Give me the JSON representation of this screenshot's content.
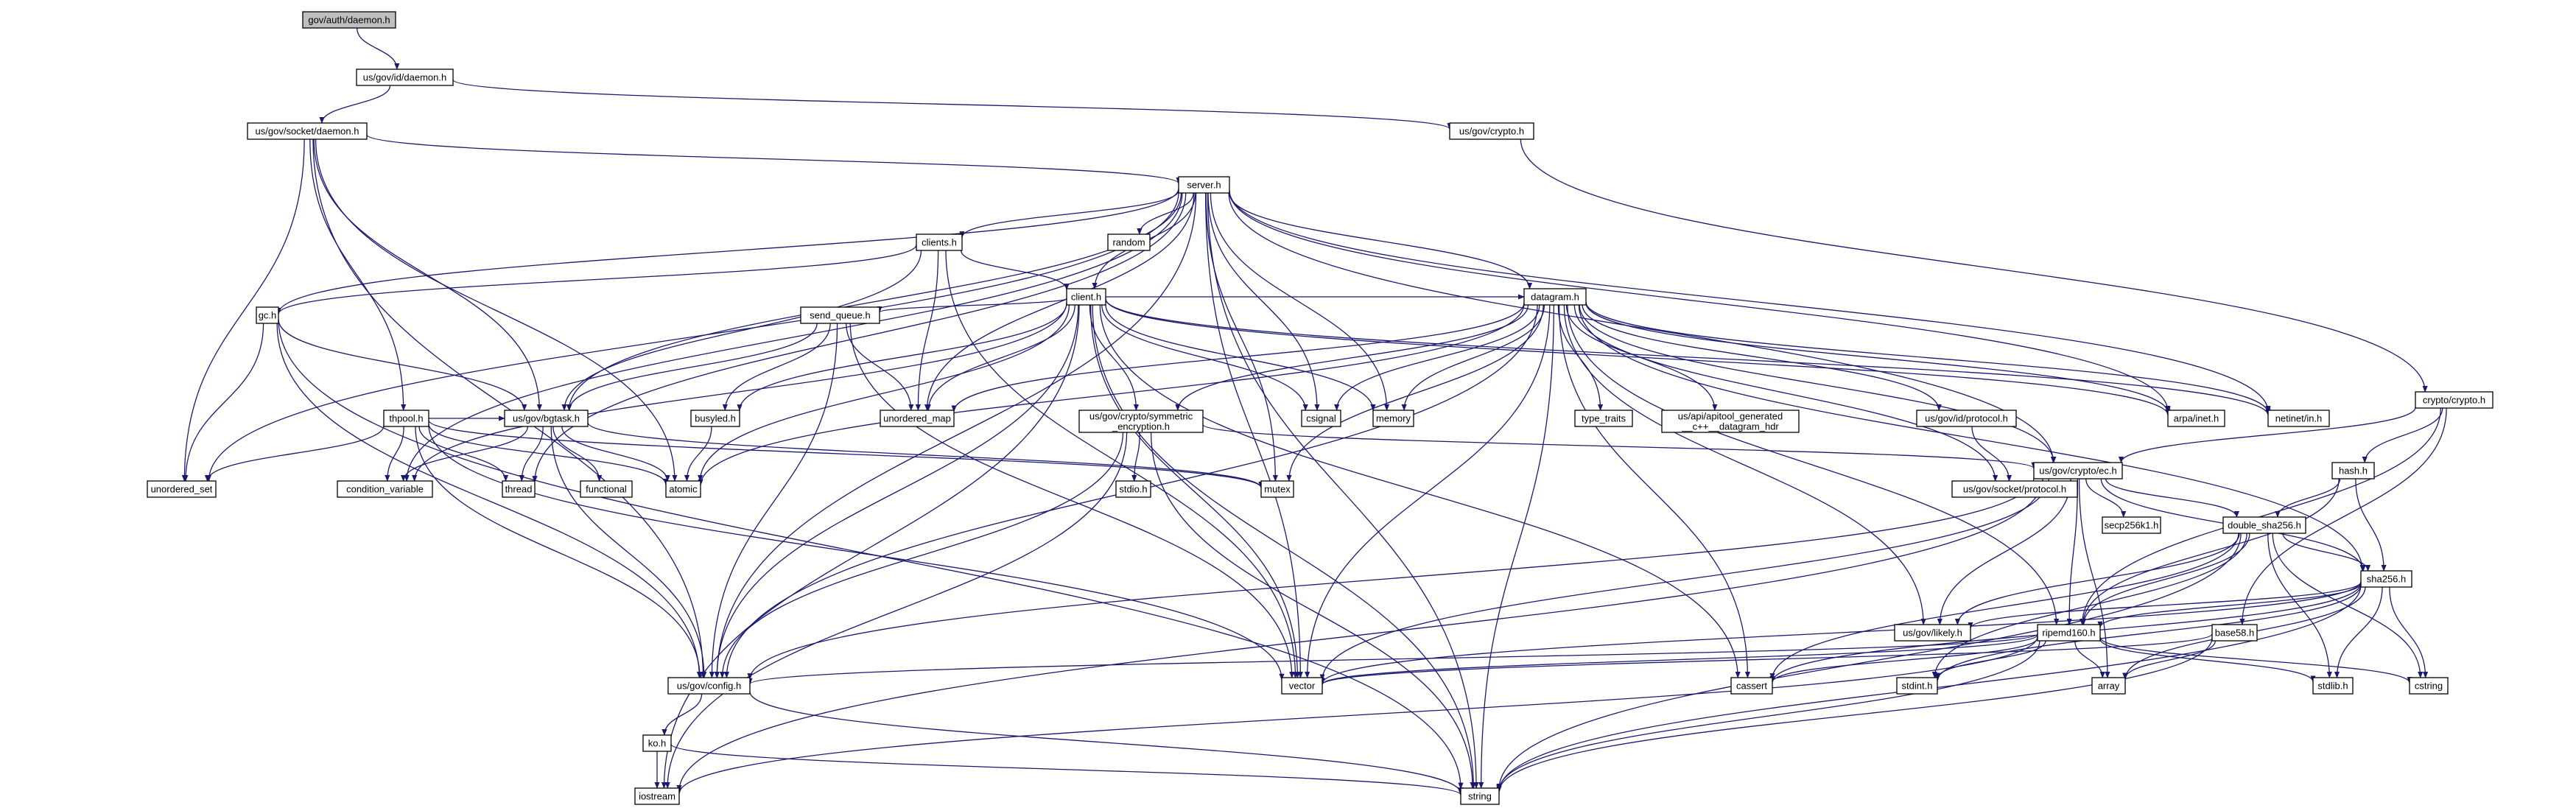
{
  "graph": {
    "colors": {
      "edge": "#191970",
      "root_fill": "#bfbfbf",
      "node_border": "#000000",
      "system_border": "#bfbfbf",
      "truncated_border": "#ff0000"
    },
    "nodes": [
      {
        "id": "auth_daemon",
        "label": "gov/auth/daemon.h",
        "style": "root"
      },
      {
        "id": "id_daemon",
        "label": "us/gov/id/daemon.h",
        "style": "normal"
      },
      {
        "id": "socket_daemon",
        "label": "us/gov/socket/daemon.h",
        "style": "normal"
      },
      {
        "id": "gov_crypto",
        "label": "us/gov/crypto.h",
        "style": "normal"
      },
      {
        "id": "server",
        "label": "server.h",
        "style": "normal"
      },
      {
        "id": "clients",
        "label": "clients.h",
        "style": "normal"
      },
      {
        "id": "random",
        "label": "random",
        "style": "system"
      },
      {
        "id": "client",
        "label": "client.h",
        "style": "normal"
      },
      {
        "id": "gc",
        "label": "gc.h",
        "style": "normal"
      },
      {
        "id": "send_queue",
        "label": "send_queue.h",
        "style": "truncated"
      },
      {
        "id": "datagram",
        "label": "datagram.h",
        "style": "normal"
      },
      {
        "id": "crypto_crypto",
        "label": "crypto/crypto.h",
        "style": "normal"
      },
      {
        "id": "thpool",
        "label": "thpool.h",
        "style": "normal"
      },
      {
        "id": "bgtask",
        "label": "us/gov/bgtask.h",
        "style": "normal"
      },
      {
        "id": "busyled",
        "label": "busyled.h",
        "style": "normal"
      },
      {
        "id": "unordered_map",
        "label": "unordered_map",
        "style": "system"
      },
      {
        "id": "symmetric",
        "label": "us/gov/crypto/symmetric\n_encryption.h",
        "style": "truncated"
      },
      {
        "id": "csignal",
        "label": "csignal",
        "style": "system"
      },
      {
        "id": "memory",
        "label": "memory",
        "style": "system"
      },
      {
        "id": "type_traits",
        "label": "type_traits",
        "style": "system"
      },
      {
        "id": "apitool",
        "label": "us/api/apitool_generated\n__c++__datagram_hdr",
        "style": "system"
      },
      {
        "id": "id_protocol",
        "label": "us/gov/id/protocol.h",
        "style": "truncated"
      },
      {
        "id": "arpa_inet",
        "label": "arpa/inet.h",
        "style": "system"
      },
      {
        "id": "netinet_in",
        "label": "netinet/in.h",
        "style": "system"
      },
      {
        "id": "unordered_set",
        "label": "unordered_set",
        "style": "system"
      },
      {
        "id": "condition_variable",
        "label": "condition_variable",
        "style": "system"
      },
      {
        "id": "thread",
        "label": "thread",
        "style": "system"
      },
      {
        "id": "functional",
        "label": "functional",
        "style": "system"
      },
      {
        "id": "atomic",
        "label": "atomic",
        "style": "system"
      },
      {
        "id": "mutex",
        "label": "mutex",
        "style": "system"
      },
      {
        "id": "stdio",
        "label": "stdio.h",
        "style": "system"
      },
      {
        "id": "socket_protocol",
        "label": "us/gov/socket/protocol.h",
        "style": "truncated"
      },
      {
        "id": "ec",
        "label": "us/gov/crypto/ec.h",
        "style": "normal"
      },
      {
        "id": "hash",
        "label": "hash.h",
        "style": "normal"
      },
      {
        "id": "secp",
        "label": "secp256k1.h",
        "style": "system"
      },
      {
        "id": "double_sha",
        "label": "double_sha256.h",
        "style": "normal"
      },
      {
        "id": "sha256",
        "label": "sha256.h",
        "style": "normal"
      },
      {
        "id": "likely",
        "label": "us/gov/likely.h",
        "style": "normal"
      },
      {
        "id": "ripemd",
        "label": "ripemd160.h",
        "style": "normal"
      },
      {
        "id": "base58",
        "label": "base58.h",
        "style": "normal"
      },
      {
        "id": "config",
        "label": "us/gov/config.h",
        "style": "normal"
      },
      {
        "id": "vector",
        "label": "vector",
        "style": "system"
      },
      {
        "id": "cassert",
        "label": "cassert",
        "style": "system"
      },
      {
        "id": "stdint",
        "label": "stdint.h",
        "style": "system"
      },
      {
        "id": "array",
        "label": "array",
        "style": "system"
      },
      {
        "id": "stdlib",
        "label": "stdlib.h",
        "style": "system"
      },
      {
        "id": "cstring",
        "label": "cstring",
        "style": "system"
      },
      {
        "id": "ko",
        "label": "ko.h",
        "style": "normal"
      },
      {
        "id": "iostream",
        "label": "iostream",
        "style": "system"
      },
      {
        "id": "string",
        "label": "string",
        "style": "system"
      }
    ],
    "edges": [
      [
        "auth_daemon",
        "id_daemon"
      ],
      [
        "id_daemon",
        "socket_daemon"
      ],
      [
        "id_daemon",
        "gov_crypto"
      ],
      [
        "gov_crypto",
        "crypto_crypto"
      ],
      [
        "socket_daemon",
        "server"
      ],
      [
        "socket_daemon",
        "unordered_set"
      ],
      [
        "socket_daemon",
        "thpool"
      ],
      [
        "socket_daemon",
        "bgtask"
      ],
      [
        "socket_daemon",
        "atomic"
      ],
      [
        "socket_daemon",
        "config"
      ],
      [
        "server",
        "clients"
      ],
      [
        "server",
        "random"
      ],
      [
        "server",
        "client"
      ],
      [
        "server",
        "datagram"
      ],
      [
        "server",
        "gc"
      ],
      [
        "server",
        "bgtask"
      ],
      [
        "server",
        "unordered_map"
      ],
      [
        "server",
        "csignal"
      ],
      [
        "server",
        "memory"
      ],
      [
        "server",
        "arpa_inet"
      ],
      [
        "server",
        "netinet_in"
      ],
      [
        "server",
        "unordered_set"
      ],
      [
        "server",
        "condition_variable"
      ],
      [
        "server",
        "thread"
      ],
      [
        "server",
        "mutex"
      ],
      [
        "server",
        "ec"
      ],
      [
        "server",
        "config"
      ],
      [
        "server",
        "vector"
      ],
      [
        "server",
        "string"
      ],
      [
        "clients",
        "client"
      ],
      [
        "clients",
        "unordered_map"
      ],
      [
        "clients",
        "bgtask"
      ],
      [
        "clients",
        "vector"
      ],
      [
        "clients",
        "gc"
      ],
      [
        "client",
        "send_queue"
      ],
      [
        "client",
        "datagram"
      ],
      [
        "client",
        "busyled"
      ],
      [
        "client",
        "unordered_map"
      ],
      [
        "client",
        "symmetric"
      ],
      [
        "client",
        "csignal"
      ],
      [
        "client",
        "memory"
      ],
      [
        "client",
        "arpa_inet"
      ],
      [
        "client",
        "netinet_in"
      ],
      [
        "client",
        "condition_variable"
      ],
      [
        "client",
        "atomic"
      ],
      [
        "client",
        "config"
      ],
      [
        "client",
        "vector"
      ],
      [
        "client",
        "cassert"
      ],
      [
        "client",
        "string"
      ],
      [
        "client",
        "iostream"
      ],
      [
        "gc",
        "bgtask"
      ],
      [
        "gc",
        "unordered_set"
      ],
      [
        "gc",
        "config"
      ],
      [
        "gc",
        "string"
      ],
      [
        "send_queue",
        "bgtask"
      ],
      [
        "send_queue",
        "busyled"
      ],
      [
        "send_queue",
        "unordered_map"
      ],
      [
        "send_queue",
        "config"
      ],
      [
        "send_queue",
        "vector"
      ],
      [
        "datagram",
        "symmetric"
      ],
      [
        "datagram",
        "unordered_map"
      ],
      [
        "datagram",
        "csignal"
      ],
      [
        "datagram",
        "memory"
      ],
      [
        "datagram",
        "type_traits"
      ],
      [
        "datagram",
        "apitool"
      ],
      [
        "datagram",
        "id_protocol"
      ],
      [
        "datagram",
        "arpa_inet"
      ],
      [
        "datagram",
        "netinet_in"
      ],
      [
        "datagram",
        "atomic"
      ],
      [
        "datagram",
        "mutex"
      ],
      [
        "datagram",
        "socket_protocol"
      ],
      [
        "datagram",
        "ec"
      ],
      [
        "datagram",
        "sha256"
      ],
      [
        "datagram",
        "likely"
      ],
      [
        "datagram",
        "ripemd"
      ],
      [
        "datagram",
        "config"
      ],
      [
        "datagram",
        "vector"
      ],
      [
        "datagram",
        "cassert"
      ],
      [
        "datagram",
        "string"
      ],
      [
        "id_protocol",
        "socket_protocol"
      ],
      [
        "thpool",
        "bgtask"
      ],
      [
        "thpool",
        "unordered_set"
      ],
      [
        "thpool",
        "condition_variable"
      ],
      [
        "thpool",
        "thread"
      ],
      [
        "thpool",
        "atomic"
      ],
      [
        "thpool",
        "mutex"
      ],
      [
        "thpool",
        "config"
      ],
      [
        "thpool",
        "vector"
      ],
      [
        "bgtask",
        "condition_variable"
      ],
      [
        "bgtask",
        "thread"
      ],
      [
        "bgtask",
        "functional"
      ],
      [
        "bgtask",
        "atomic"
      ],
      [
        "bgtask",
        "mutex"
      ],
      [
        "bgtask",
        "config"
      ],
      [
        "busyled",
        "atomic"
      ],
      [
        "symmetric",
        "ec"
      ],
      [
        "symmetric",
        "stdio"
      ],
      [
        "symmetric",
        "config"
      ],
      [
        "symmetric",
        "iostream"
      ],
      [
        "symmetric",
        "string"
      ],
      [
        "crypto_crypto",
        "ec"
      ],
      [
        "crypto_crypto",
        "hash"
      ],
      [
        "crypto_crypto",
        "base58"
      ],
      [
        "crypto_crypto",
        "ripemd"
      ],
      [
        "ec",
        "secp"
      ],
      [
        "ec",
        "double_sha"
      ],
      [
        "ec",
        "sha256"
      ],
      [
        "ec",
        "likely"
      ],
      [
        "ec",
        "ripemd"
      ],
      [
        "ec",
        "config"
      ],
      [
        "ec",
        "vector"
      ],
      [
        "ec",
        "array"
      ],
      [
        "ec",
        "iostream"
      ],
      [
        "hash",
        "double_sha"
      ],
      [
        "hash",
        "sha256"
      ],
      [
        "hash",
        "ripemd"
      ],
      [
        "double_sha",
        "sha256"
      ],
      [
        "double_sha",
        "likely"
      ],
      [
        "double_sha",
        "ripemd"
      ],
      [
        "double_sha",
        "cassert"
      ],
      [
        "double_sha",
        "stdint"
      ],
      [
        "double_sha",
        "stdlib"
      ],
      [
        "double_sha",
        "cstring"
      ],
      [
        "double_sha",
        "string"
      ],
      [
        "sha256",
        "likely"
      ],
      [
        "sha256",
        "ripemd"
      ],
      [
        "sha256",
        "cassert"
      ],
      [
        "sha256",
        "stdint"
      ],
      [
        "sha256",
        "array"
      ],
      [
        "sha256",
        "stdlib"
      ],
      [
        "sha256",
        "cstring"
      ],
      [
        "sha256",
        "vector"
      ],
      [
        "sha256",
        "string"
      ],
      [
        "ripemd",
        "config"
      ],
      [
        "ripemd",
        "vector"
      ],
      [
        "ripemd",
        "cassert"
      ],
      [
        "ripemd",
        "stdint"
      ],
      [
        "ripemd",
        "array"
      ],
      [
        "ripemd",
        "stdlib"
      ],
      [
        "ripemd",
        "cstring"
      ],
      [
        "ripemd",
        "iostream"
      ],
      [
        "ripemd",
        "string"
      ],
      [
        "base58",
        "vector"
      ],
      [
        "base58",
        "array"
      ],
      [
        "base58",
        "string"
      ],
      [
        "config",
        "ko"
      ],
      [
        "config",
        "string"
      ],
      [
        "ko",
        "iostream"
      ],
      [
        "ko",
        "string"
      ]
    ]
  }
}
